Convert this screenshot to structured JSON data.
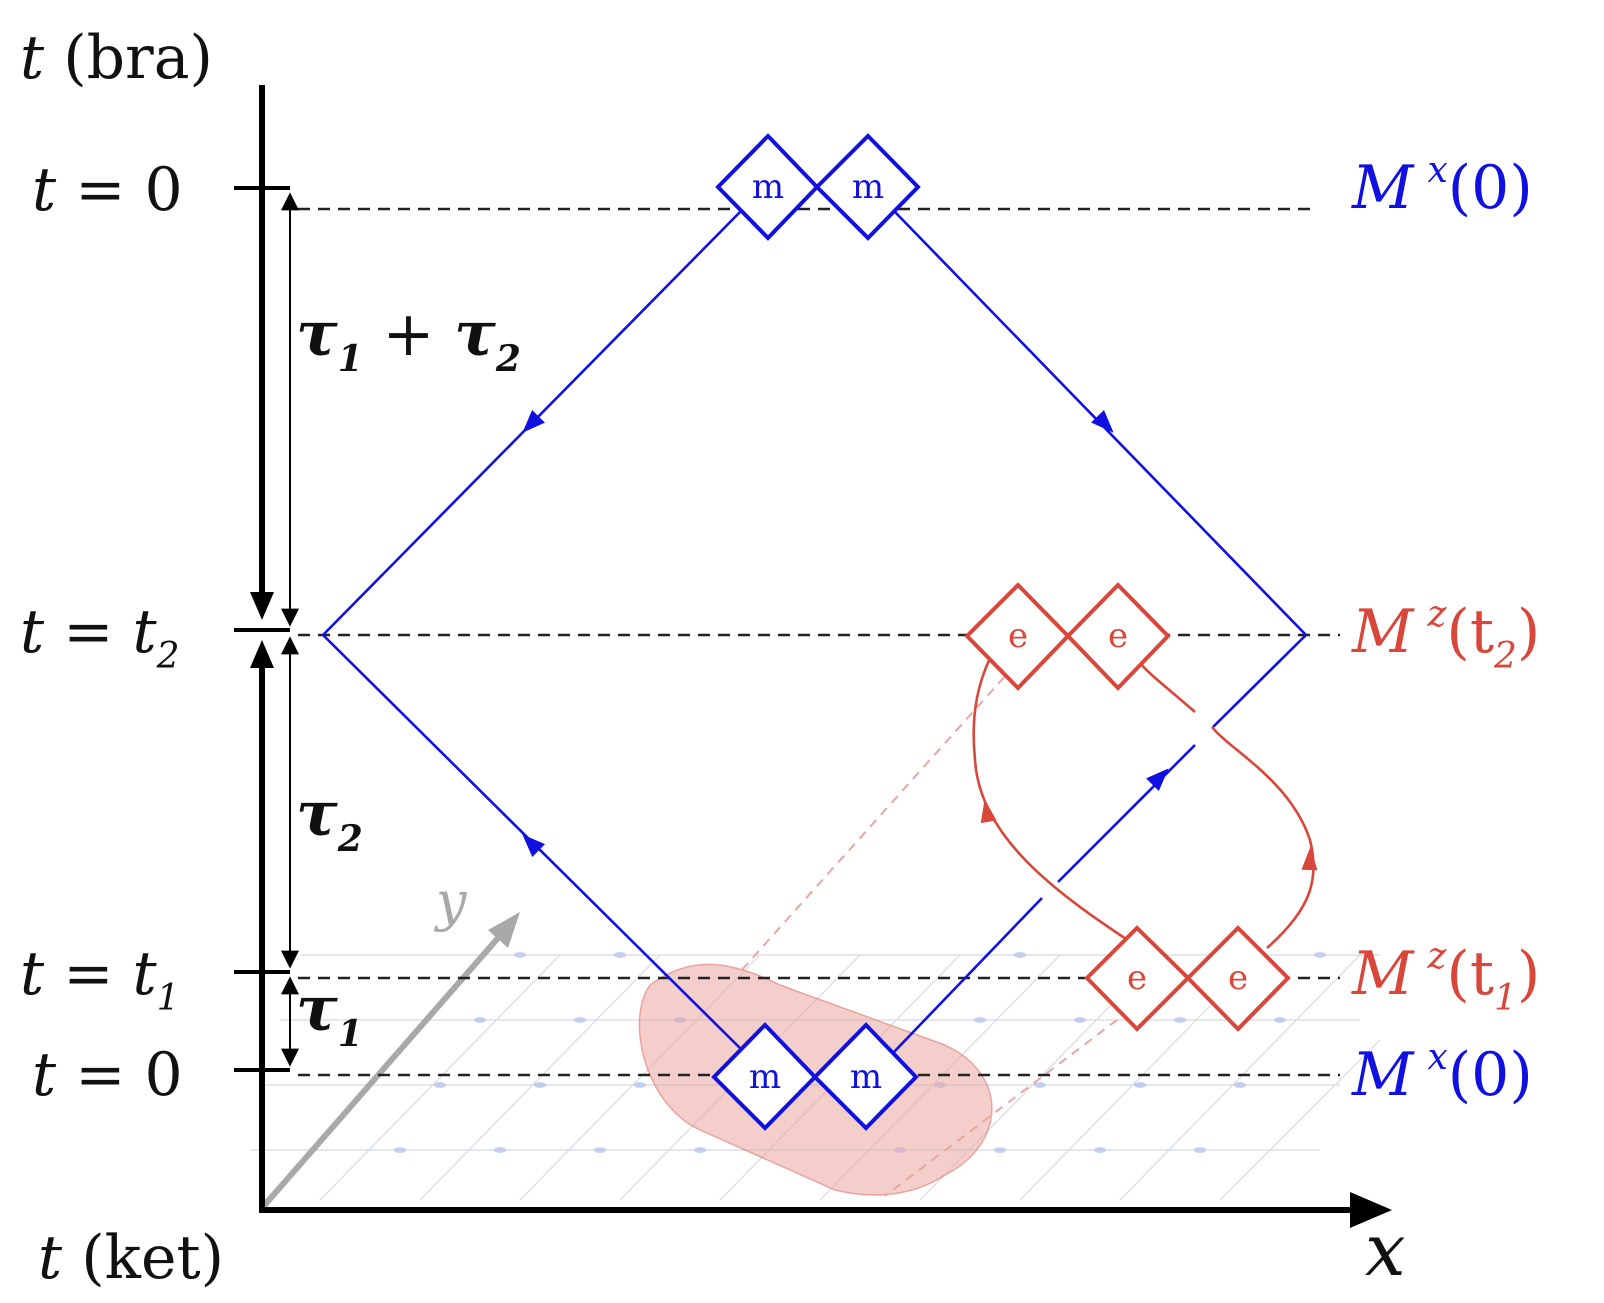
{
  "axes": {
    "top_label": {
      "var": "t",
      "rest": " (bra)"
    },
    "bottom_label": {
      "var": "t",
      "rest": " (ket)"
    },
    "x_label": "x",
    "y_label": "y"
  },
  "time_labels": {
    "t0_top": {
      "lhs": "t",
      "eq": " = ",
      "val": "0",
      "sub": ""
    },
    "t2": {
      "lhs": "t",
      "eq": " = ",
      "val": "t",
      "sub": "2"
    },
    "t1": {
      "lhs": "t",
      "eq": " = ",
      "val": "t",
      "sub": "1"
    },
    "t0_bottom": {
      "lhs": "t",
      "eq": " = ",
      "val": "0",
      "sub": ""
    }
  },
  "intervals": {
    "upper": {
      "a": "τ",
      "a_sub": "1",
      "op": " + ",
      "b": "τ",
      "b_sub": "2"
    },
    "middle": {
      "a": "τ",
      "a_sub": "2"
    },
    "lower": {
      "a": "τ",
      "a_sub": "1"
    }
  },
  "operators": {
    "mx_top": {
      "name": "M",
      "sup": "x",
      "arg": "(0)",
      "arg_sub": "",
      "arg_close": ""
    },
    "mz_t2": {
      "name": "M",
      "sup": "z",
      "arg": "(t",
      "arg_sub": "2",
      "arg_close": ")"
    },
    "mz_t1": {
      "name": "M",
      "sup": "z",
      "arg": "(t",
      "arg_sub": "1",
      "arg_close": ")"
    },
    "mx_bottom": {
      "name": "M",
      "sup": "x",
      "arg": "(0)",
      "arg_sub": "",
      "arg_close": ""
    }
  },
  "particles": {
    "m_label": "m",
    "e_label": "e"
  },
  "colors": {
    "blue": "#1010e0",
    "red": "#d9463a",
    "shade": "#e9a6a0",
    "axis": "#000000",
    "grid": "#c8cfdc",
    "y_axis": "#a9a9a9"
  }
}
